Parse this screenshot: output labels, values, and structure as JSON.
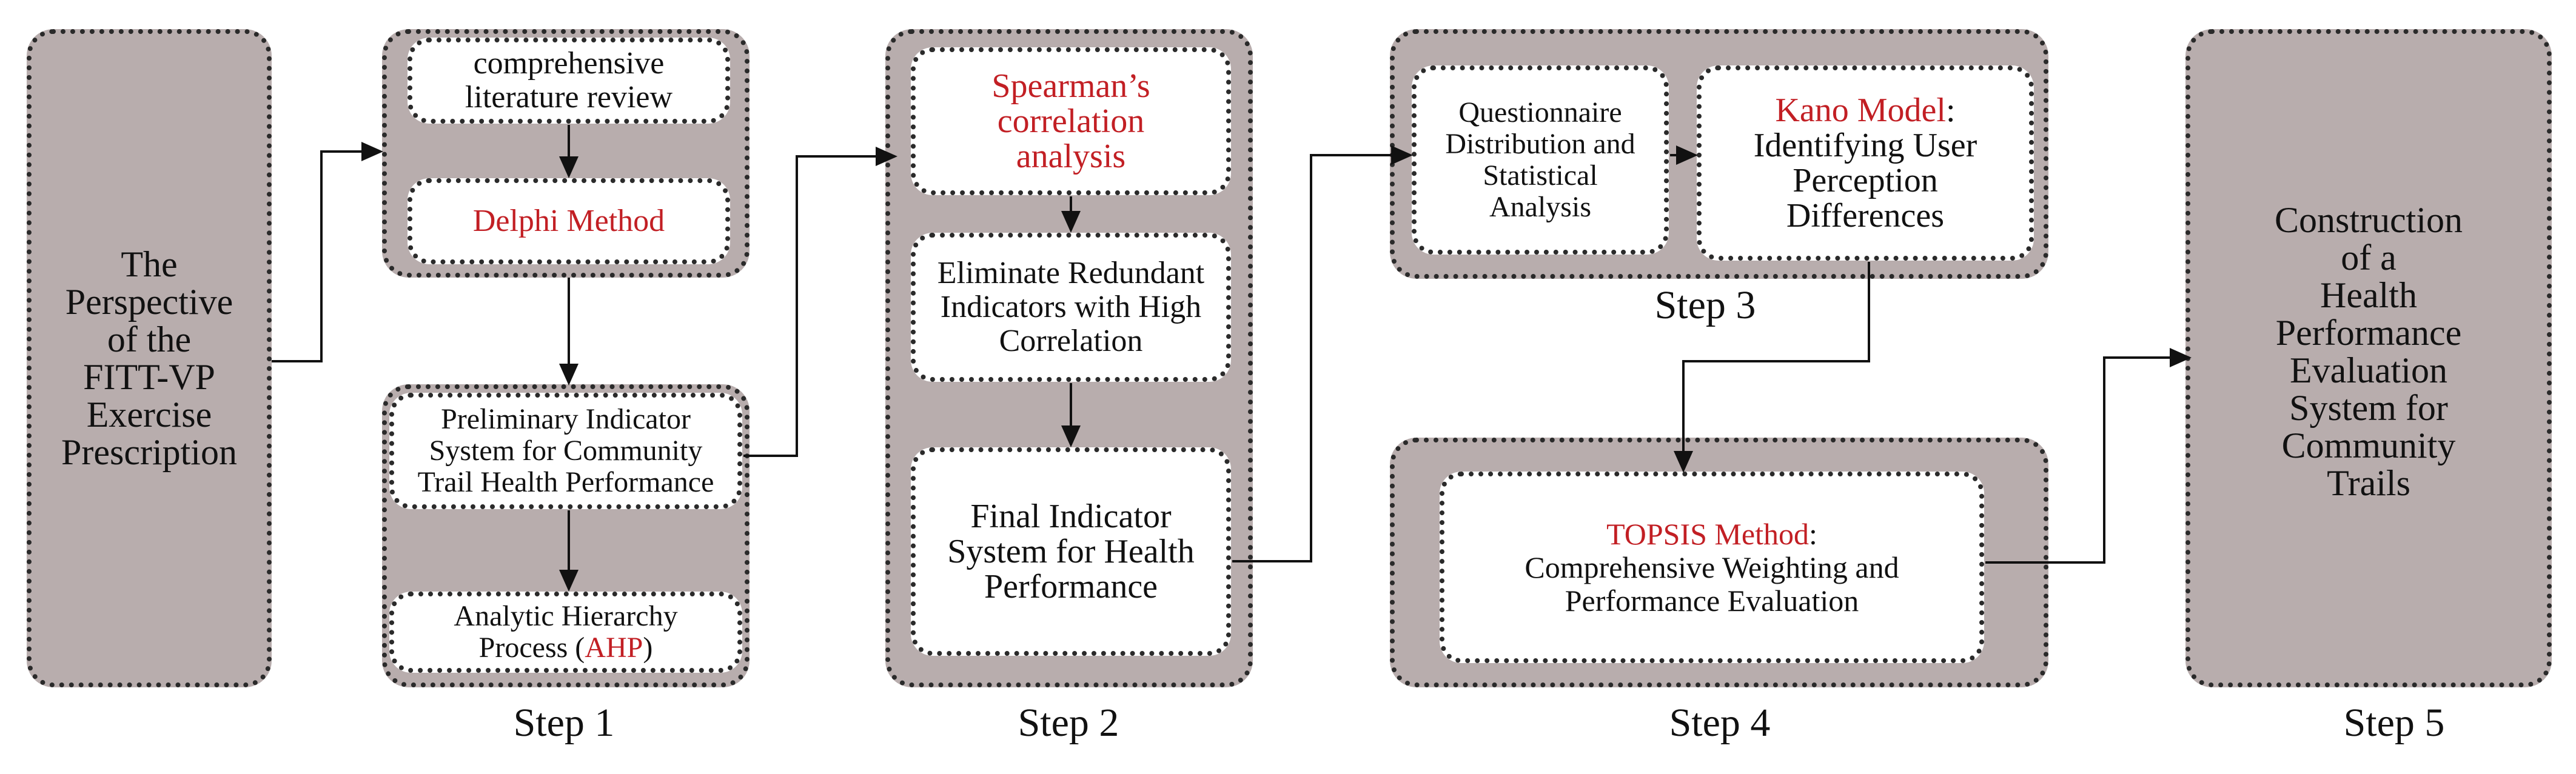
{
  "col1": {
    "line1": "The",
    "line2": "Perspective",
    "line3": "of the",
    "line4": "FITT-VP",
    "line5": "Exercise",
    "line6": "Prescription"
  },
  "step1": {
    "label": "Step 1",
    "review_l1": "comprehensive",
    "review_l2": "literature review",
    "delphi": "Delphi Method",
    "prelim_l1": "Preliminary Indicator",
    "prelim_l2": "System for Community",
    "prelim_l3": "Trail Health Performance",
    "ahp_l1": "Analytic Hierarchy",
    "ahp_l2_pre": "Process (",
    "ahp_l2_red": "AHP",
    "ahp_l2_post": ")"
  },
  "step2": {
    "label": "Step 2",
    "spearman_l1": "Spearman’s",
    "spearman_l2": "correlation",
    "spearman_l3": "analysis",
    "elim_l1": "Eliminate Redundant",
    "elim_l2": "Indicators with High",
    "elim_l3": "Correlation",
    "final_l1": "Final Indicator",
    "final_l2": "System for Health",
    "final_l3": "Performance"
  },
  "step3": {
    "label": "Step 3",
    "quest_l1": "Questionnaire",
    "quest_l2": "Distribution and",
    "quest_l3": "Statistical",
    "quest_l4": "Analysis",
    "kano_red": "Kano Model",
    "kano_colon": ":",
    "kano_l2": "Identifying User",
    "kano_l3": "Perception",
    "kano_l4": "Differences"
  },
  "step4": {
    "label": "Step 4",
    "topsis_red": "TOPSIS Method",
    "topsis_colon": ":",
    "topsis_l2": "Comprehensive Weighting and",
    "topsis_l3": "Performance Evaluation"
  },
  "step5": {
    "label": "Step 5",
    "line1": "Construction",
    "line2": "of a",
    "line3": "Health",
    "line4": "Performance",
    "line5": "Evaluation",
    "line6": "System for",
    "line7": "Community",
    "line8": "Trails"
  },
  "colors": {
    "panel": "#b8adad",
    "accent_red": "#c21f24",
    "line": "#111111"
  }
}
